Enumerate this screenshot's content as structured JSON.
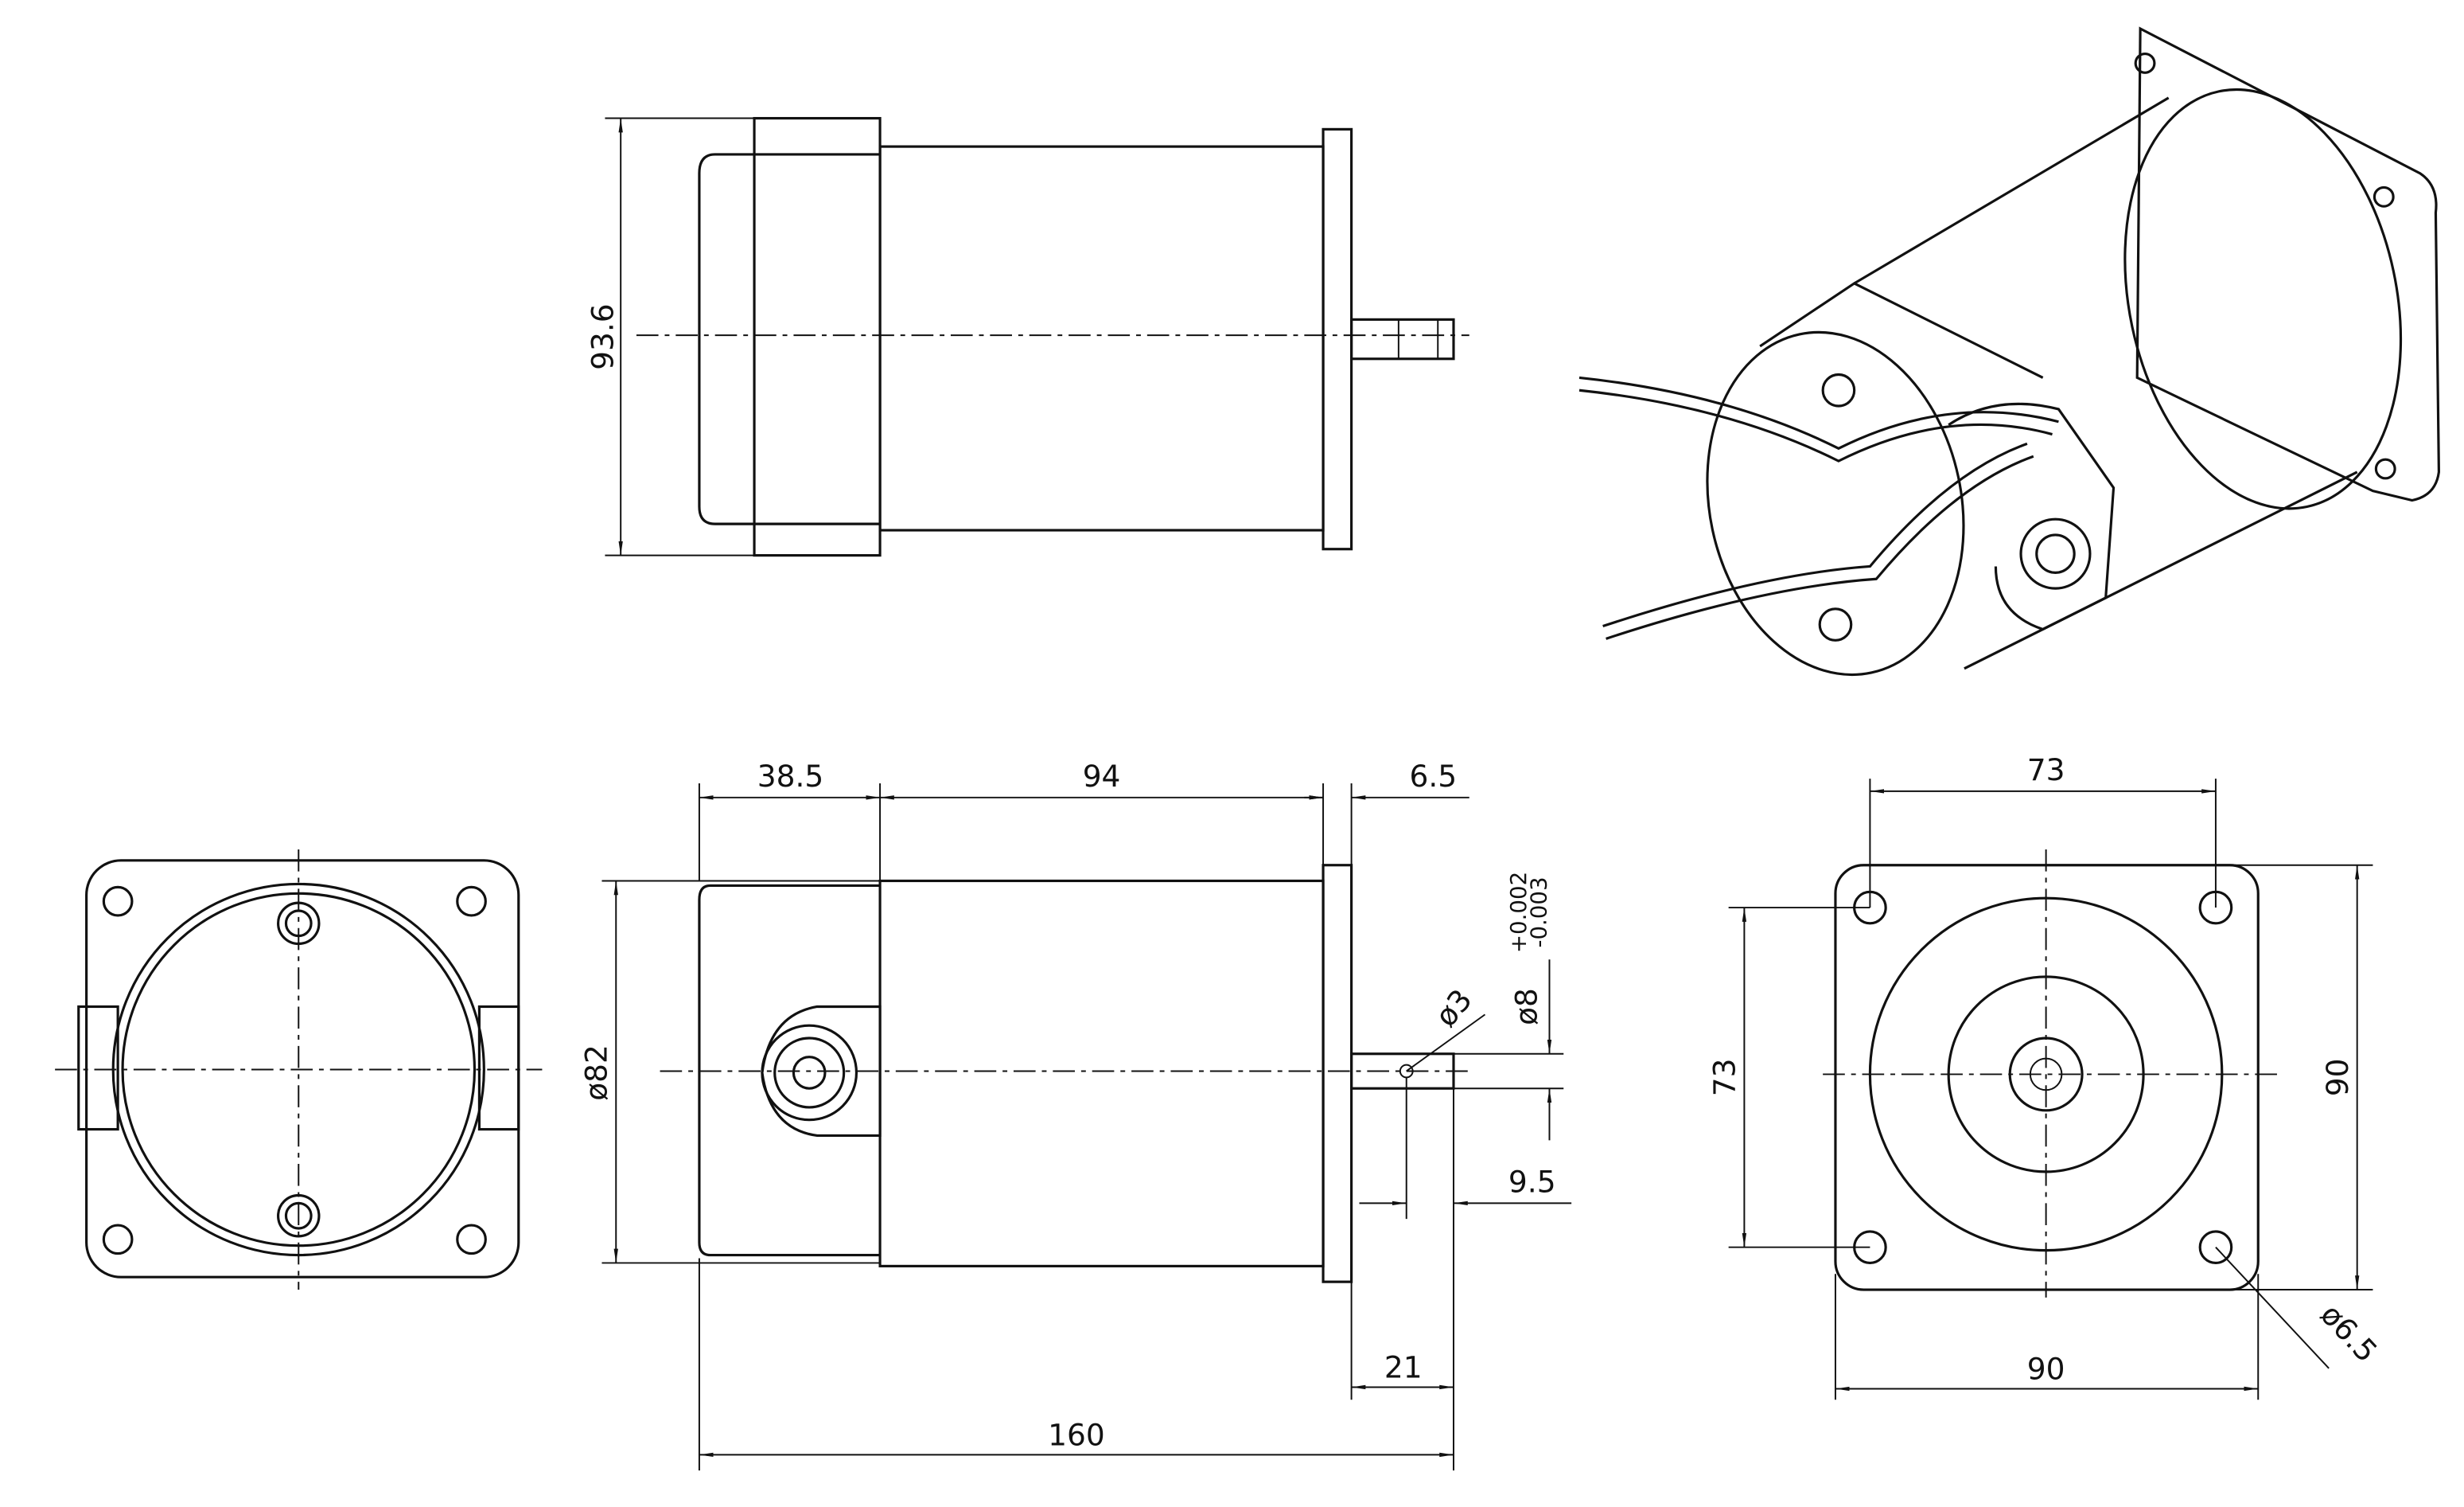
{
  "title": "DC motor dimensional drawing",
  "dimensions": {
    "height_top_view": "93.6",
    "rear_cap_length": "38.5",
    "body_length": "94",
    "flange_thickness": "6.5",
    "body_diameter": "ø82",
    "shaft_diameter": "ø8",
    "shaft_tol_upper": "+0.002",
    "shaft_tol_lower": "-0.003",
    "shaft_hole": "ø3",
    "shaft_hole_offset": "9.5",
    "shaft_length": "21",
    "overall_length": "160",
    "hole_spacing_h": "73",
    "hole_spacing_v": "73",
    "flange_width": "90",
    "flange_height": "90",
    "mount_hole": "ø6.5"
  }
}
